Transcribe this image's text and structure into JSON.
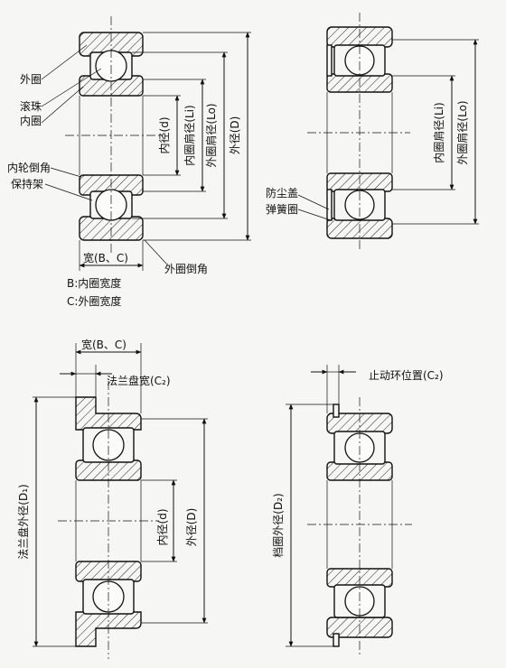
{
  "labels": {
    "outer_ring": "外圈",
    "ball": "滚珠",
    "inner_ring": "内圈",
    "inner_chamfer": "内轮倒角",
    "cage": "保持架",
    "outer_chamfer": "外圈倒角",
    "width": "宽(B、C)",
    "note_b": "B:内圈宽度",
    "note_c": "C:外圈宽度",
    "bore_d": "内径(d)",
    "inner_shoulder": "内圈肩径(Li)",
    "outer_shoulder": "外圈肩径(Lo)",
    "outer_d": "外径(D)",
    "shield": "防尘盖",
    "snap_spring": "弹簧圈",
    "flange_width": "法兰盘宽(C₂)",
    "flange_od": "法兰盘外径(D₁)",
    "snap_position": "止动环位置(C₂)",
    "snap_od": "档圈外径(D₂)"
  }
}
